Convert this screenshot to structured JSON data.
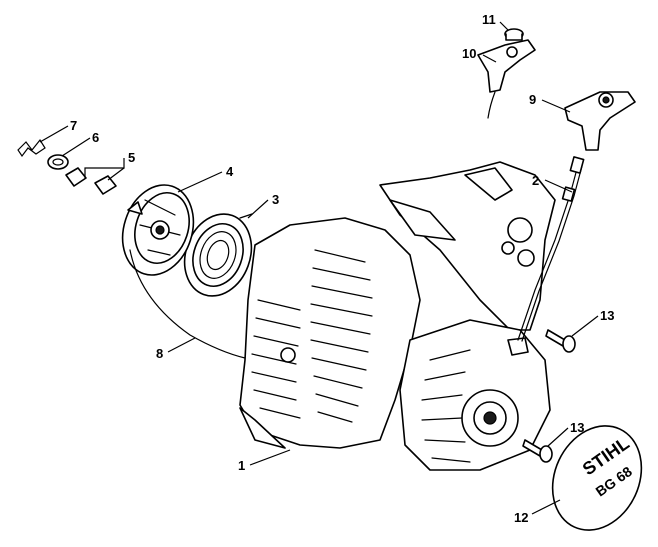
{
  "callouts": {
    "c1": "1",
    "c2": "2",
    "c3": "3",
    "c4": "4",
    "c5": "5",
    "c6": "6",
    "c7": "7",
    "c8": "8",
    "c9": "9",
    "c10": "10",
    "c11": "11",
    "c12": "12",
    "c13a": "13",
    "c13b": "13"
  },
  "logo": {
    "brand": "STIHL",
    "model": "BG 68"
  }
}
